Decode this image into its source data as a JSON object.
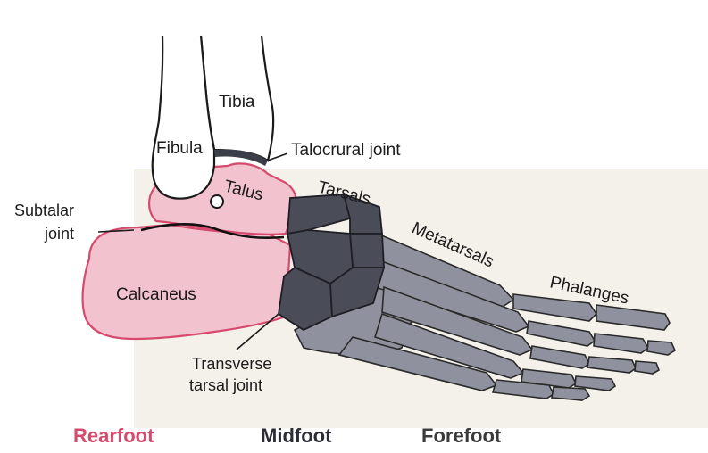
{
  "labels": {
    "tibia": "Tibia",
    "fibula": "Fibula",
    "talocrural_joint": "Talocrural joint",
    "talus": "Talus",
    "tarsals": "Tarsals",
    "subtalar_joint_line1": "Subtalar",
    "subtalar_joint_line2": "joint",
    "metatarsals": "Metatarsals",
    "phalanges": "Phalanges",
    "calcaneus": "Calcaneus",
    "transverse_tarsal_joint_line1": "Transverse",
    "transverse_tarsal_joint_line2": "tarsal joint"
  },
  "regions": {
    "rearfoot": "Rearfoot",
    "midfoot": "Midfoot",
    "forefoot": "Forefoot"
  },
  "colors": {
    "rearfoot": "#d64a6e",
    "rearfoot_fill": "#f2c3cf",
    "midfoot": "#2c2c36",
    "midfoot_fill": "#4a4c58",
    "forefoot": "#3a3a3a",
    "forefoot_fill": "#8f929e",
    "background_tint": "#f4f1ea"
  }
}
